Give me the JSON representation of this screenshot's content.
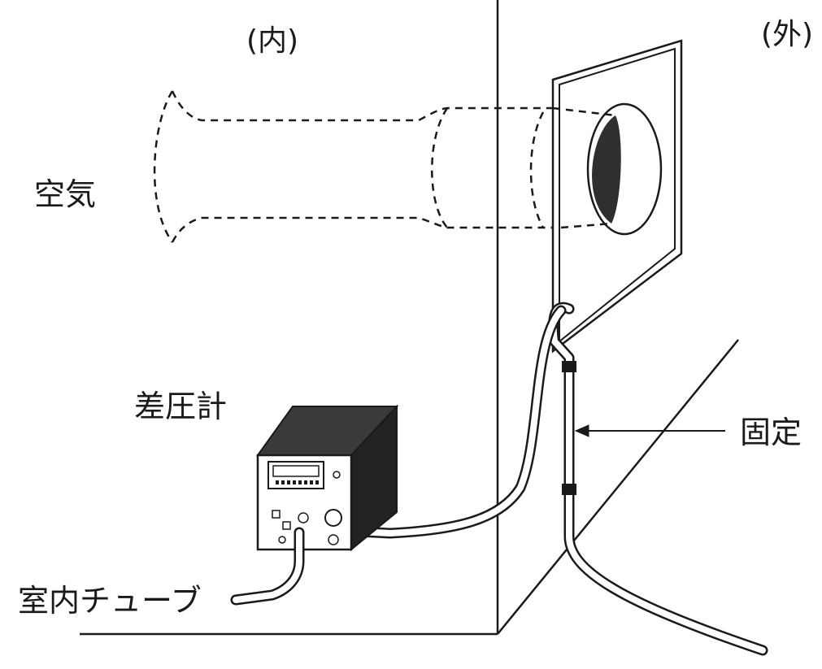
{
  "labels": {
    "inside": "(内)",
    "outside": "(外)",
    "air": "空気",
    "manometer": "差圧計",
    "fixed": "固定",
    "indoor_tube": "室内チューブ"
  },
  "colors": {
    "line": "#1a1a1a",
    "fill_dark": "#2f2f2f",
    "meter_top": "#3a3a3a",
    "meter_side": "#222222",
    "meter_front": "#ffffff"
  }
}
